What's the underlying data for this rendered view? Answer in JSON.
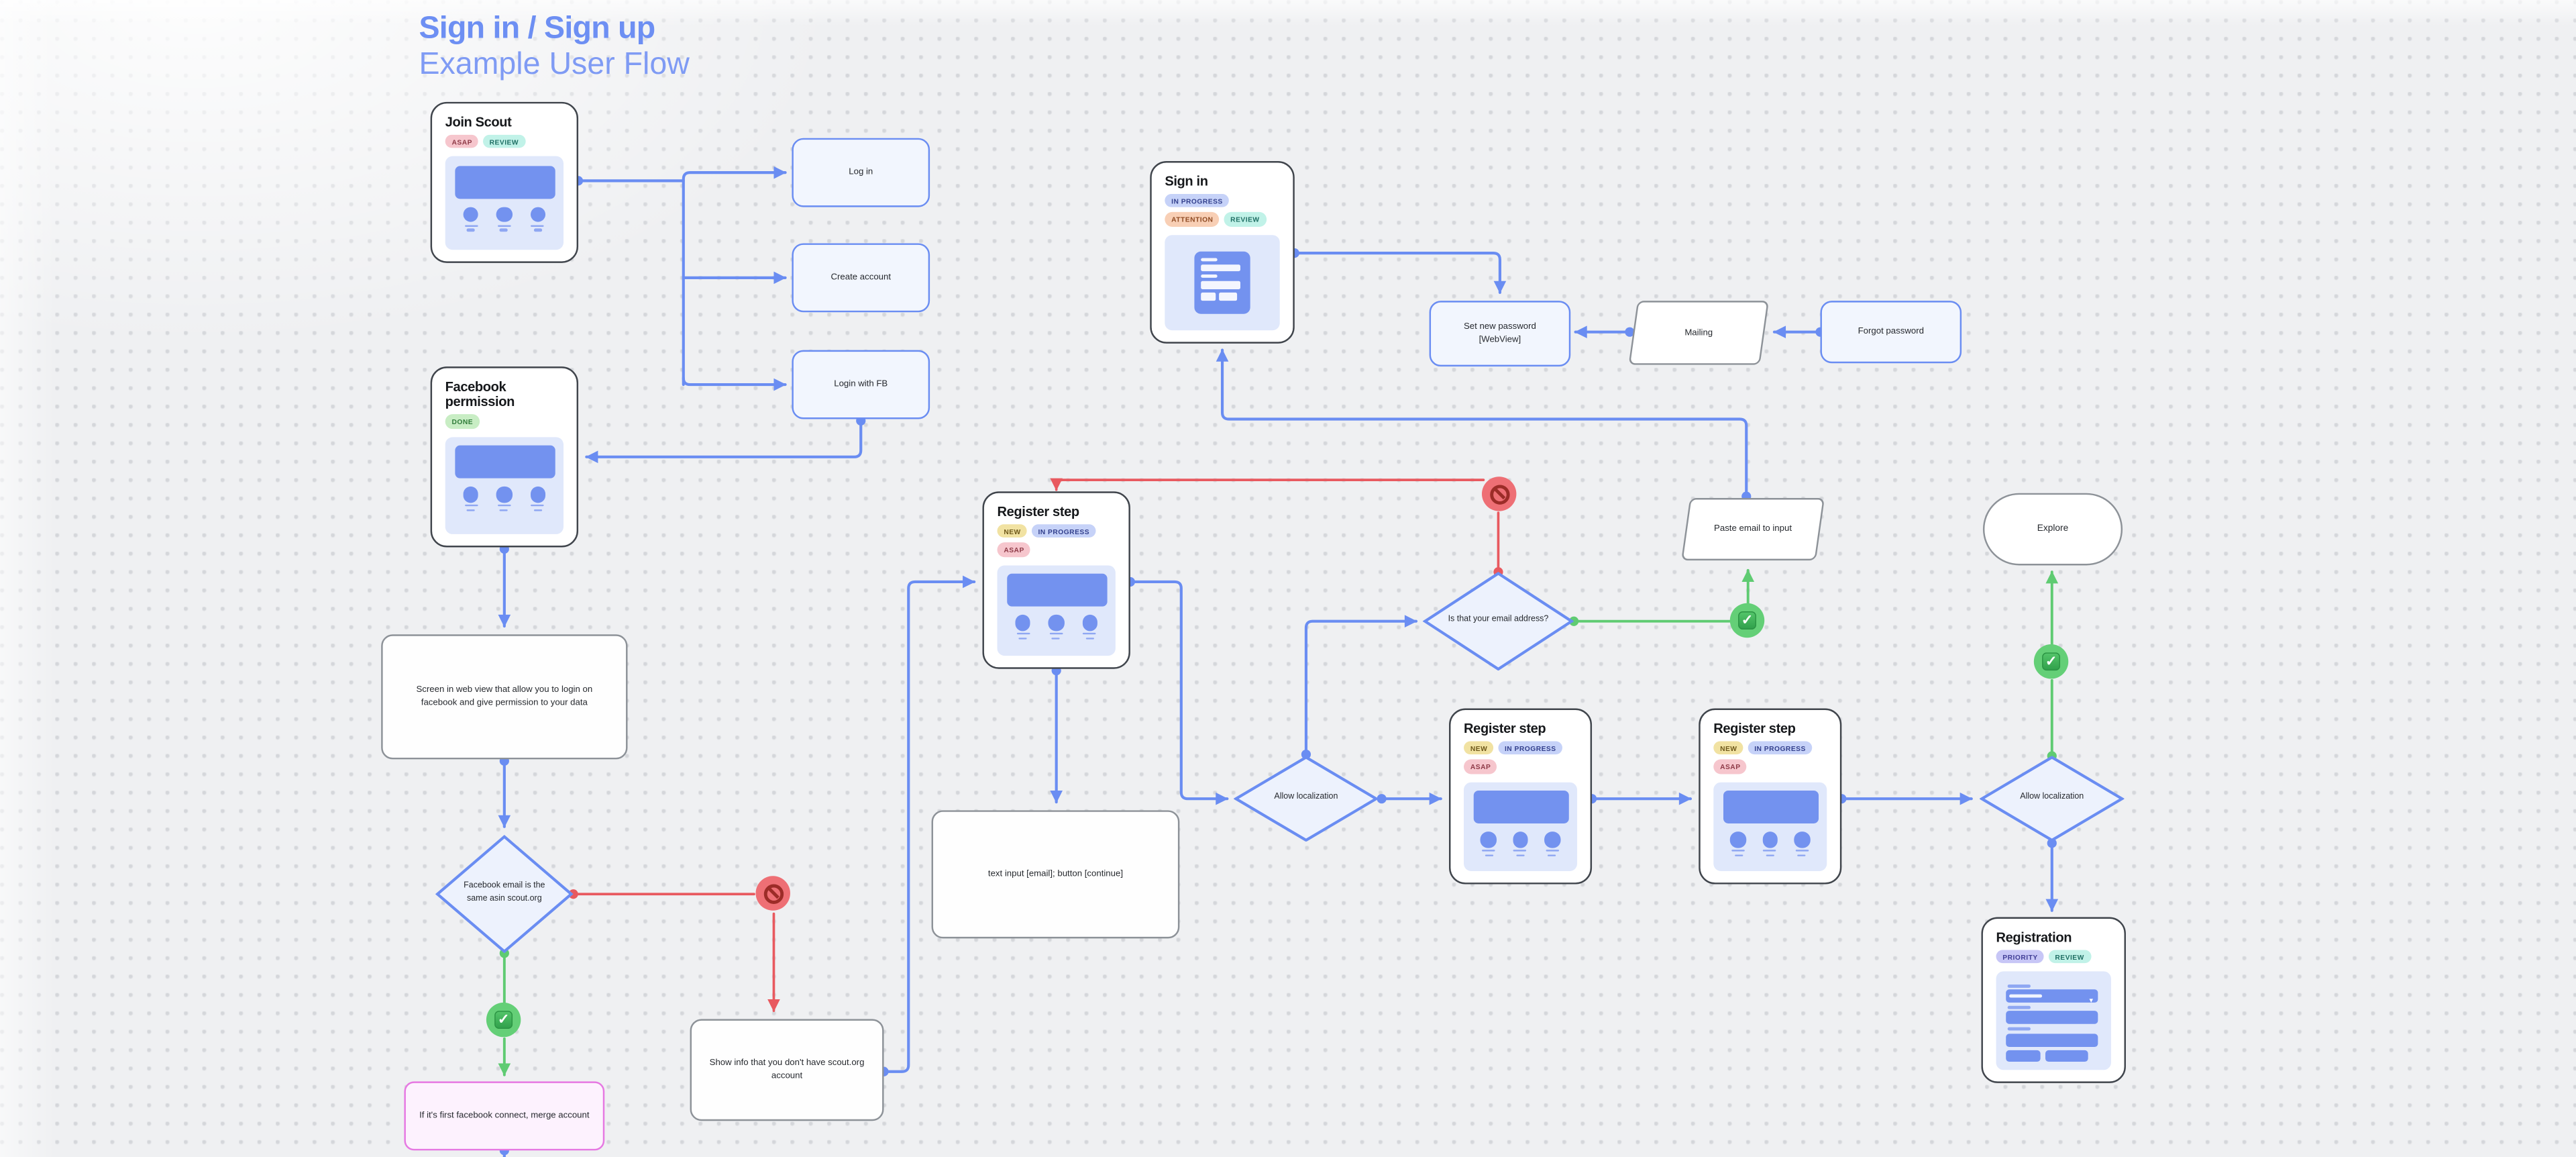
{
  "page": {
    "heading": "Sign in / Sign up",
    "subheading": "Example User Flow"
  },
  "cards": {
    "join_scout": {
      "title": "Join Scout",
      "tags": {
        "asap": "ASAP",
        "review": "REVIEW"
      }
    },
    "facebook_permission": {
      "title": "Facebook permission",
      "tags": {
        "done": "DONE"
      }
    },
    "sign_in": {
      "title": "Sign in",
      "tags": {
        "in_progress": "IN PROGRESS",
        "attention": "ATTENTION",
        "review": "REVIEW"
      }
    },
    "register_step_1": {
      "title": "Register step",
      "tags": {
        "new": "NEW",
        "in_progress": "IN PROGRESS",
        "asap": "ASAP"
      }
    },
    "register_step_2": {
      "title": "Register step",
      "tags": {
        "new": "NEW",
        "in_progress": "IN PROGRESS",
        "asap": "ASAP"
      }
    },
    "register_step_3": {
      "title": "Register step",
      "tags": {
        "new": "NEW",
        "in_progress": "IN PROGRESS",
        "asap": "ASAP"
      }
    },
    "registration": {
      "title": "Registration",
      "tags": {
        "priority": "PRIORITY",
        "review": "REVIEW"
      }
    }
  },
  "nodes": {
    "log_in": "Log in",
    "create_account": "Create account",
    "login_with_fb": "Login with FB",
    "set_new_password": "Set new password [WebView]",
    "mailing": "Mailing",
    "forgot_password": "Forgot password",
    "paste_email": "Paste email to input",
    "explore": "Explore",
    "screen_webview": "Screen in web view that allow you to login on facebook and give permission to your data",
    "text_input": "text input [email]; button [continue]",
    "show_info": "Show info that you don't have scout.org account",
    "merge_account": "If it's first facebook connect, merge account"
  },
  "decisions": {
    "email_match": "Is that your email address?",
    "allow_localization_left": "Allow localization",
    "allow_localization_right": "Allow localization",
    "fb_email_same": "Facebook email is the same asin scout.org"
  },
  "icons": {
    "approve": "check-icon",
    "reject": "no-entry-icon"
  },
  "colors": {
    "accent_blue": "#6a8df2",
    "title_blue": "#6d8ff3",
    "connector_red": "#e8595f",
    "connector_green": "#5fcb72",
    "card_border": "#40454c",
    "pink_border": "#e678e2",
    "thumb_blue": "#7392ef",
    "thumb_panel": "#e0e8fb",
    "tag_asap_bg": "#f6c6cd",
    "tag_review_bg": "#c1f2e8",
    "tag_done_bg": "#c8edc4",
    "tag_in_progress_bg": "#c6d2f8",
    "tag_attention_bg": "#f8cfb5",
    "tag_new_bg": "#f1e2a2",
    "tag_priority_bg": "#c7c6f6"
  }
}
